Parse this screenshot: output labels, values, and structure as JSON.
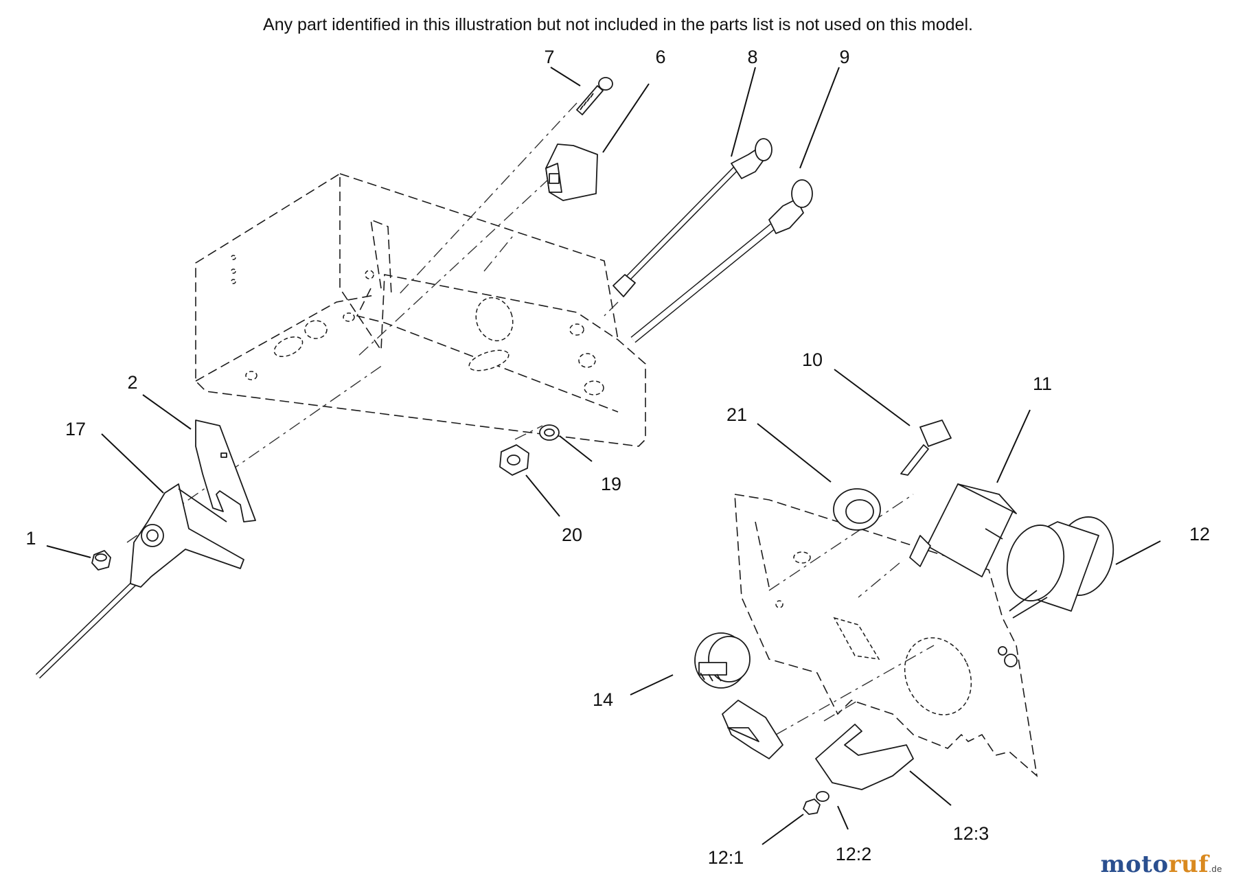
{
  "note": "Any part identified in this illustration but not included in the parts list is not used on this model.",
  "callouts": [
    {
      "key": "c1",
      "label": "1"
    },
    {
      "key": "c2",
      "label": "2"
    },
    {
      "key": "c6",
      "label": "6"
    },
    {
      "key": "c7",
      "label": "7"
    },
    {
      "key": "c8",
      "label": "8"
    },
    {
      "key": "c9",
      "label": "9"
    },
    {
      "key": "c10",
      "label": "10"
    },
    {
      "key": "c11",
      "label": "11"
    },
    {
      "key": "c12",
      "label": "12"
    },
    {
      "key": "c12_1",
      "label": "12:1"
    },
    {
      "key": "c12_2",
      "label": "12:2"
    },
    {
      "key": "c12_3",
      "label": "12:3"
    },
    {
      "key": "c14",
      "label": "14"
    },
    {
      "key": "c17",
      "label": "17"
    },
    {
      "key": "c19",
      "label": "19"
    },
    {
      "key": "c20",
      "label": "20"
    },
    {
      "key": "c21",
      "label": "21"
    }
  ],
  "watermark": {
    "part1": "moto",
    "part2": "ruf",
    "suffix": ".de"
  }
}
